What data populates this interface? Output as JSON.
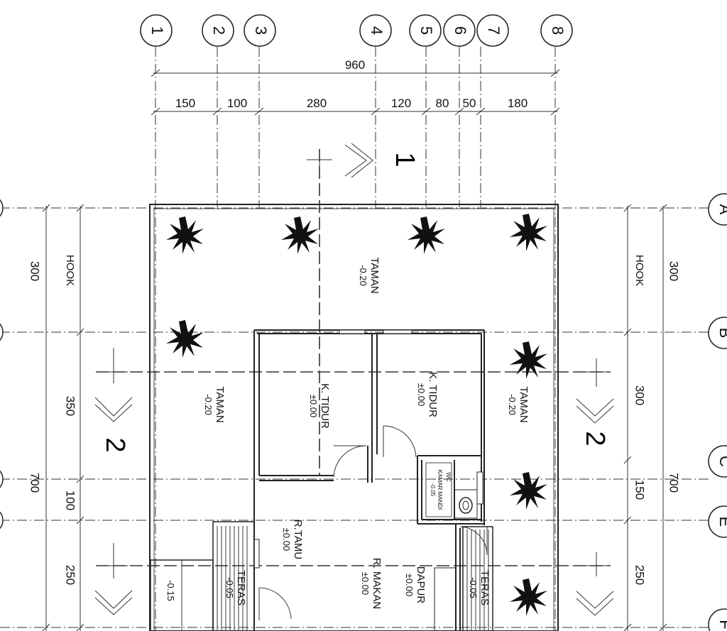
{
  "grid_columns": [
    "1",
    "2",
    "3",
    "4",
    "5",
    "6",
    "7",
    "8"
  ],
  "grid_rows": [
    "A",
    "B",
    "C",
    "E",
    "F"
  ],
  "dimensions_top": {
    "total": "960",
    "segments": [
      "150",
      "100",
      "280",
      "120",
      "80",
      "50",
      "180"
    ]
  },
  "dimensions_left": {
    "segments": [
      "300",
      "350",
      "100",
      "250"
    ],
    "total": "700",
    "hook": "HOOK"
  },
  "dimensions_right": {
    "segments": [
      "300",
      "300",
      "150",
      "250"
    ],
    "total": "700",
    "hook": "HOOK"
  },
  "section_marks": {
    "vertical": "1",
    "horizontal": "2"
  },
  "rooms": [
    {
      "name": "TAMAN",
      "level": "-0.20"
    },
    {
      "name": "TAMAN",
      "level": "-0.20"
    },
    {
      "name": "TAMAN",
      "level": "-0.20"
    },
    {
      "name": "K. TIDUR",
      "level": "±0.00"
    },
    {
      "name": "K. TIDUR",
      "level": "±0.00"
    },
    {
      "name": "R.TAMU",
      "level": "±0.00"
    },
    {
      "name": "R. MAKAN",
      "level": "±0.00"
    },
    {
      "name": "DAPUR",
      "level": "±0.00"
    },
    {
      "name": "TERAS",
      "level": "-0.05"
    },
    {
      "name": "TERAS",
      "level": "-0.05"
    },
    {
      "name": "KAMAR MANDI",
      "level": "-0.05"
    },
    {
      "name": "",
      "level": "-0.15"
    },
    {
      "name": "WC",
      "level": ""
    }
  ]
}
